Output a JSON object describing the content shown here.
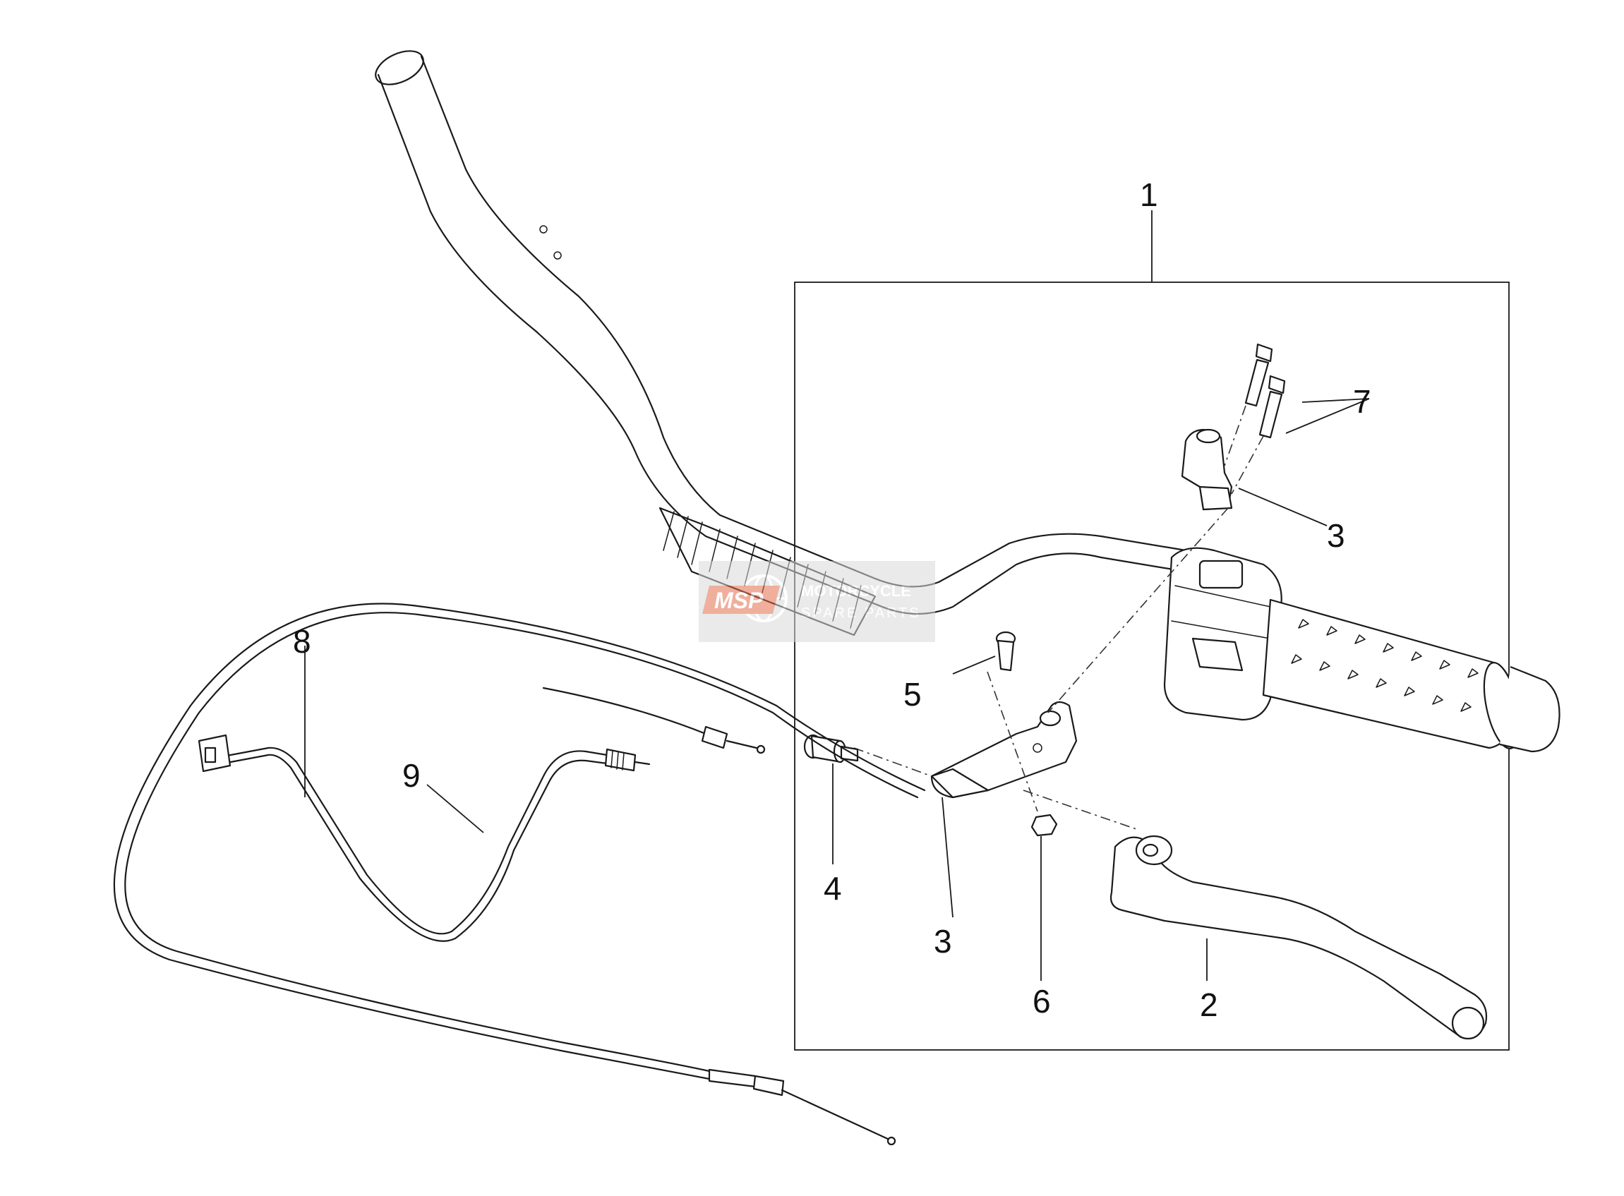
{
  "callouts": [
    {
      "id": "1",
      "label": "1"
    },
    {
      "id": "2",
      "label": "2"
    },
    {
      "id": "3a",
      "label": "3"
    },
    {
      "id": "3b",
      "label": "3"
    },
    {
      "id": "4",
      "label": "4"
    },
    {
      "id": "5",
      "label": "5"
    },
    {
      "id": "6",
      "label": "6"
    },
    {
      "id": "7",
      "label": "7"
    },
    {
      "id": "8",
      "label": "8"
    },
    {
      "id": "9",
      "label": "9"
    }
  ],
  "watermark": {
    "logo": "MSP",
    "line1": "MOTORCYCLE",
    "line2": "SPARE PARTS",
    "color": "#e36f4c"
  }
}
